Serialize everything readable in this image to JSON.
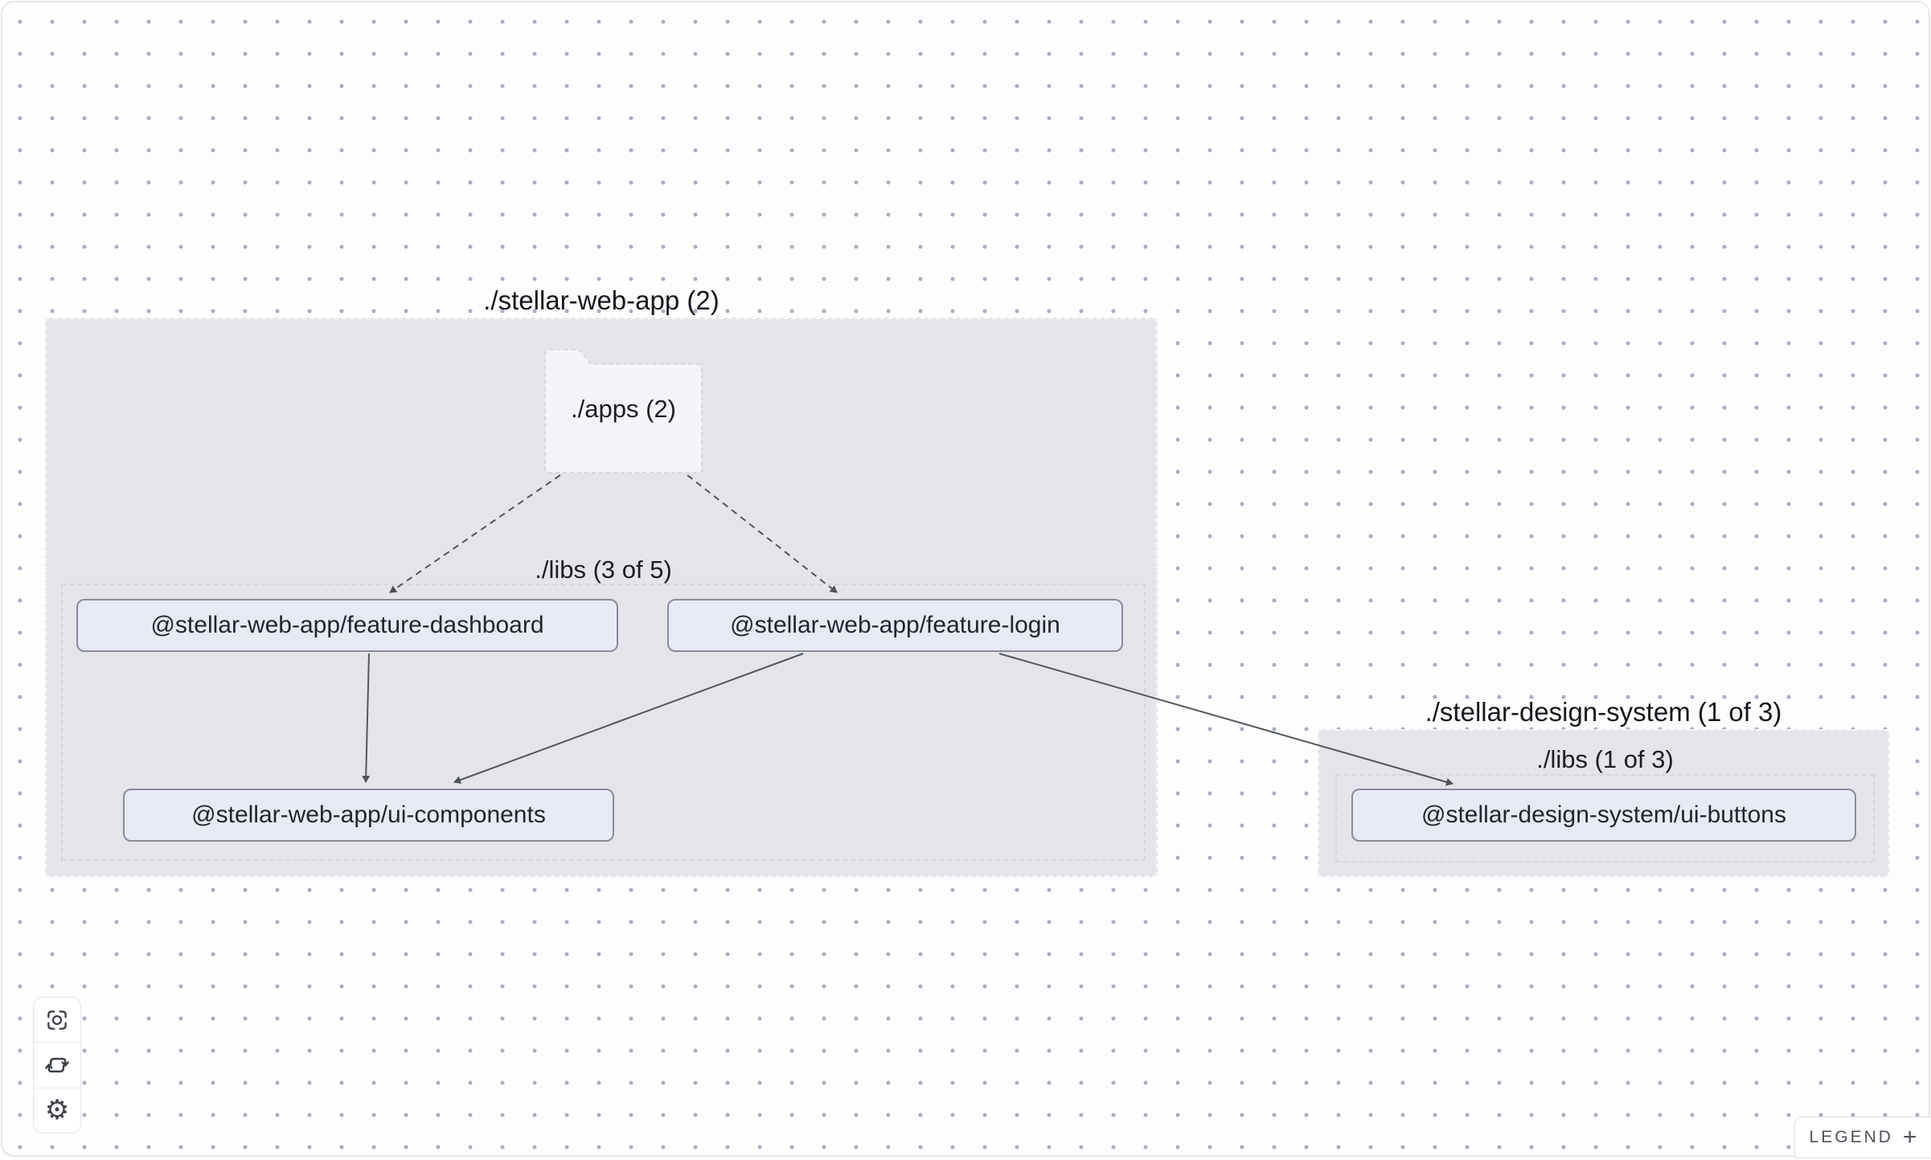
{
  "groups": [
    {
      "id": "stellar-web-app",
      "title": "./stellar-web-app (2)",
      "subgroup_label": "./libs (3 of 5)"
    },
    {
      "id": "stellar-design-system",
      "title": "./stellar-design-system (1 of 3)",
      "subgroup_label": "./libs (1 of 3)"
    }
  ],
  "folder_node": {
    "label": "./apps (2)"
  },
  "nodes": [
    {
      "id": "feature-dashboard",
      "label": "@stellar-web-app/feature-dashboard"
    },
    {
      "id": "feature-login",
      "label": "@stellar-web-app/feature-login"
    },
    {
      "id": "ui-components",
      "label": "@stellar-web-app/ui-components"
    },
    {
      "id": "ui-buttons",
      "label": "@stellar-design-system/ui-buttons"
    }
  ],
  "edges": [
    {
      "from": "./apps",
      "to": "@stellar-web-app/feature-dashboard",
      "style": "dashed"
    },
    {
      "from": "./apps",
      "to": "@stellar-web-app/feature-login",
      "style": "dashed"
    },
    {
      "from": "@stellar-web-app/feature-dashboard",
      "to": "@stellar-web-app/ui-components",
      "style": "solid"
    },
    {
      "from": "@stellar-web-app/feature-login",
      "to": "@stellar-web-app/ui-components",
      "style": "solid"
    },
    {
      "from": "@stellar-web-app/feature-login",
      "to": "@stellar-design-system/ui-buttons",
      "style": "solid"
    }
  ],
  "toolbar": {
    "buttons": [
      {
        "name": "focus"
      },
      {
        "name": "refresh"
      },
      {
        "name": "settings",
        "glyph": "⚙"
      }
    ]
  },
  "legend": {
    "label": "LEGEND",
    "expand": "+"
  },
  "colors": {
    "canvas_bg": "#fdfdfe",
    "dot": "#a7afc0",
    "group_fill": "#e5e4ea",
    "node_fill": "#e7eaf5",
    "node_border": "#878c99",
    "edge": "#51565e",
    "text": "#16181d"
  }
}
